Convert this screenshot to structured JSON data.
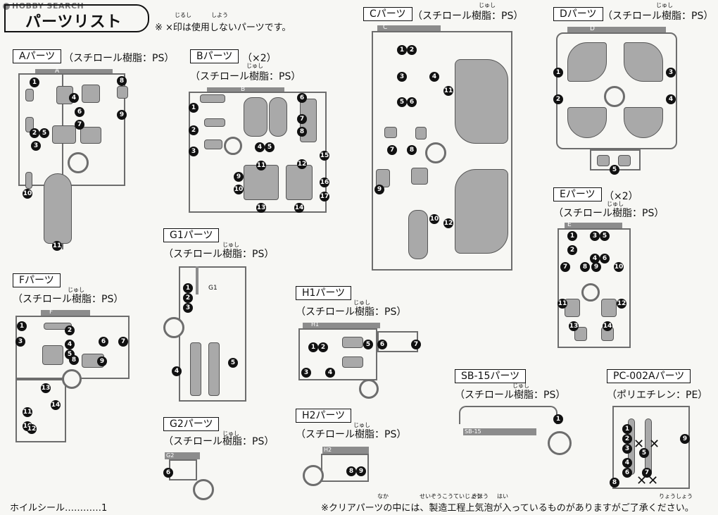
{
  "watermark": "HOBBY SEARCH",
  "title": "パーツリスト",
  "note": "※ ×印は使用しないパーツです。",
  "note_ruby": {
    "shirushi": "じるし",
    "shiyou": "しよう"
  },
  "sections": {
    "A": {
      "label": "Aパーツ",
      "material": "（スチロール樹脂：PS）",
      "runner_letter": "A",
      "numbers": [
        "1",
        "2",
        "3",
        "4",
        "5",
        "6",
        "7",
        "8",
        "9",
        "10",
        "11"
      ]
    },
    "B": {
      "label": "Bパーツ",
      "count": "（×2）",
      "material": "（スチロール樹脂：PS）",
      "runner_letter": "B",
      "numbers": [
        "1",
        "2",
        "3",
        "4",
        "5",
        "6",
        "7",
        "8",
        "9",
        "10",
        "11",
        "12",
        "13",
        "14",
        "15",
        "16",
        "17"
      ]
    },
    "C": {
      "label": "Cパーツ",
      "material": "（スチロール樹脂：PS）",
      "runner_letter": "C",
      "numbers": [
        "1",
        "2",
        "3",
        "4",
        "5",
        "6",
        "7",
        "8",
        "9",
        "10",
        "11",
        "12"
      ]
    },
    "D": {
      "label": "Dパーツ",
      "material": "（スチロール樹脂：PS）",
      "runner_letter": "D",
      "numbers": [
        "1",
        "2",
        "3",
        "4",
        "5"
      ]
    },
    "E": {
      "label": "Eパーツ",
      "count": "（×2）",
      "material": "（スチロール樹脂：PS）",
      "runner_letter": "E",
      "numbers": [
        "1",
        "2",
        "3",
        "4",
        "5",
        "6",
        "7",
        "8",
        "9",
        "10",
        "11",
        "12",
        "13",
        "14"
      ]
    },
    "F": {
      "label": "Fパーツ",
      "material": "（スチロール樹脂：PS）",
      "runner_letter": "F",
      "numbers": [
        "1",
        "2",
        "3",
        "4",
        "5",
        "6",
        "7",
        "8",
        "9",
        "10",
        "11",
        "12",
        "13",
        "14"
      ]
    },
    "G1": {
      "label": "G1パーツ",
      "material": "（スチロール樹脂：PS）",
      "runner_letter": "G1",
      "numbers": [
        "1",
        "2",
        "3",
        "4",
        "5"
      ]
    },
    "G2": {
      "label": "G2パーツ",
      "material": "（スチロール樹脂：PS）",
      "runner_letter": "G2",
      "numbers": [
        "6"
      ]
    },
    "H1": {
      "label": "H1パーツ",
      "material": "（スチロール樹脂：PS）",
      "runner_letter": "H1",
      "numbers": [
        "1",
        "2",
        "3",
        "4",
        "5",
        "6",
        "7"
      ]
    },
    "H2": {
      "label": "H2パーツ",
      "material": "（スチロール樹脂：PS）",
      "runner_letter": "H2",
      "numbers": [
        "8",
        "9"
      ]
    },
    "SB15": {
      "label": "SB-15パーツ",
      "material": "（スチロール樹脂：PS）",
      "runner_letter": "SB-15",
      "numbers": [
        "1"
      ]
    },
    "PC002A": {
      "label": "PC-002Aパーツ",
      "material": "（ポリエチレン：PE）",
      "numbers": [
        "1",
        "2",
        "3",
        "4",
        "5",
        "6",
        "7",
        "8",
        "9"
      ]
    }
  },
  "ruby_jushi": "じゅし",
  "footer": {
    "left": "ホイルシール…………1",
    "right": "※クリアパーツの中には、製造工程上気泡が入っているものがありますがご了承ください。",
    "right_ruby": {
      "naka": "なか",
      "seizoukouteijou": "せいぞうこうていじょう",
      "kihou": "きほう",
      "hai": "はい",
      "ryoushou": "りょうしょう"
    }
  }
}
